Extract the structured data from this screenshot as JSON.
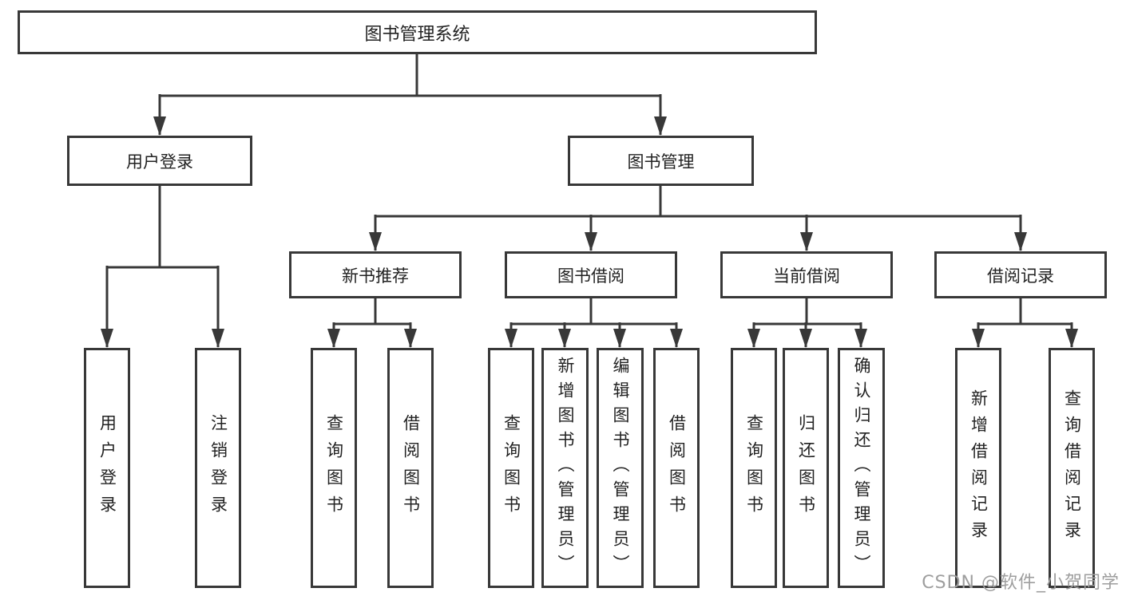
{
  "colors": {
    "background": "#ffffff",
    "line": "#383838",
    "box_border": "#383838",
    "text": "#222222",
    "watermark": "#9e9e9e"
  },
  "diagram": {
    "root": {
      "label": "图书管理系统"
    },
    "level2": [
      {
        "label": "用户登录"
      },
      {
        "label": "图书管理"
      }
    ],
    "level3": [
      {
        "label": "新书推荐",
        "parent": "图书管理"
      },
      {
        "label": "图书借阅",
        "parent": "图书管理"
      },
      {
        "label": "当前借阅",
        "parent": "图书管理"
      },
      {
        "label": "借阅记录",
        "parent": "图书管理"
      }
    ],
    "leaves": [
      {
        "label": "用户登录",
        "parent": "用户登录"
      },
      {
        "label": "注销登录",
        "parent": "用户登录"
      },
      {
        "label": "查询图书",
        "parent": "新书推荐"
      },
      {
        "label": "借阅图书",
        "parent": "新书推荐"
      },
      {
        "label": "查询图书",
        "parent": "图书借阅"
      },
      {
        "label": "新增图书（管理员）",
        "parent": "图书借阅"
      },
      {
        "label": "编辑图书（管理员）",
        "parent": "图书借阅"
      },
      {
        "label": "借阅图书",
        "parent": "图书借阅"
      },
      {
        "label": "查询图书",
        "parent": "当前借阅"
      },
      {
        "label": "归还图书",
        "parent": "当前借阅"
      },
      {
        "label": "确认归还（管理员）",
        "parent": "当前借阅"
      },
      {
        "label": "新增借阅记录",
        "parent": "借阅记录"
      },
      {
        "label": "查询借阅记录",
        "parent": "借阅记录"
      }
    ]
  },
  "watermark": {
    "text": "CSDN @软件_小贺同学"
  }
}
